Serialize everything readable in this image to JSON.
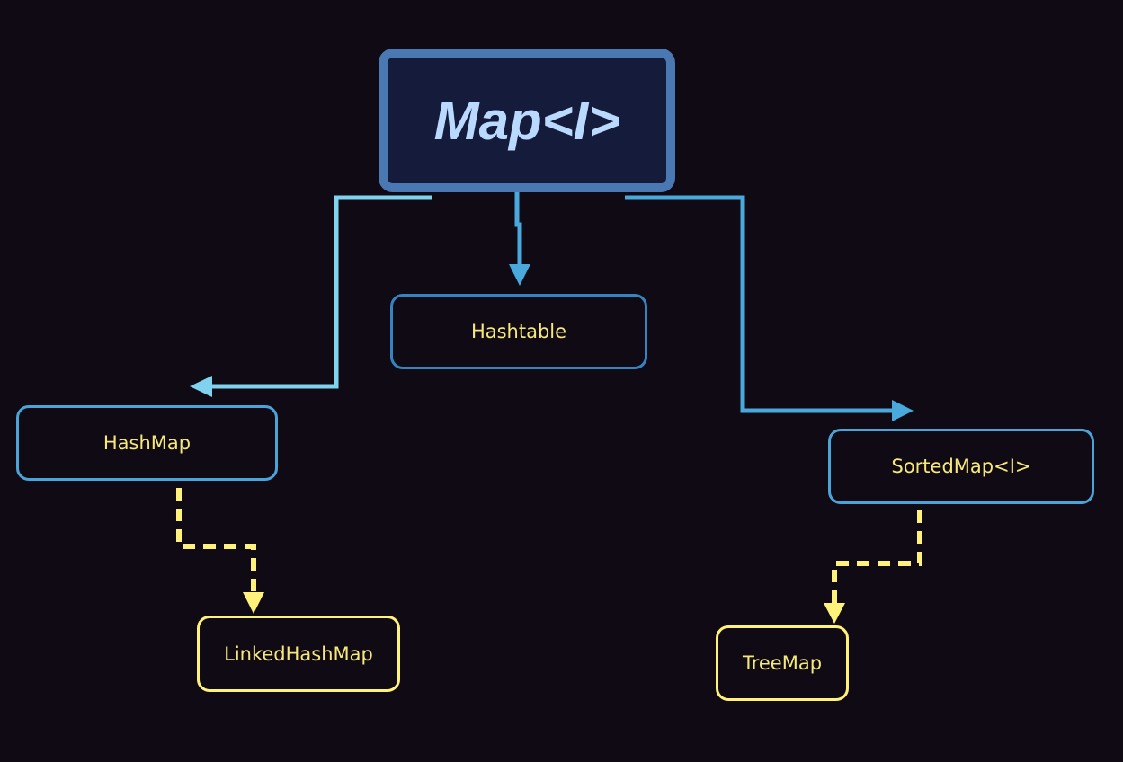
{
  "diagram": {
    "type": "class-hierarchy",
    "nodes": {
      "root": {
        "label": "Map<I>",
        "kind": "interface"
      },
      "hashtable": {
        "label": "Hashtable",
        "kind": "class"
      },
      "hashmap": {
        "label": "HashMap",
        "kind": "class"
      },
      "sortedmap": {
        "label": "SortedMap<I>",
        "kind": "interface"
      },
      "linkedhashmap": {
        "label": "LinkedHashMap",
        "kind": "class"
      },
      "treemap": {
        "label": "TreeMap",
        "kind": "class"
      }
    },
    "edges": [
      {
        "from": "Map<I>",
        "to": "HashMap",
        "style": "solid",
        "color": "#7fd3ef"
      },
      {
        "from": "Map<I>",
        "to": "Hashtable",
        "style": "solid",
        "color": "#4aa9dc"
      },
      {
        "from": "Map<I>",
        "to": "SortedMap<I>",
        "style": "solid",
        "color": "#4aa9dc"
      },
      {
        "from": "HashMap",
        "to": "LinkedHashMap",
        "style": "dashed",
        "color": "#fff27a"
      },
      {
        "from": "SortedMap<I>",
        "to": "TreeMap",
        "style": "dashed",
        "color": "#fff27a"
      }
    ]
  },
  "colors": {
    "background": "#100a15",
    "root_fill": "#151b3b",
    "root_border": "#4a78b2",
    "root_text": "#b9dafe",
    "node_text": "#f6e97a",
    "blue_border": "#4aa4d8",
    "yellow_border": "#fff27a"
  }
}
